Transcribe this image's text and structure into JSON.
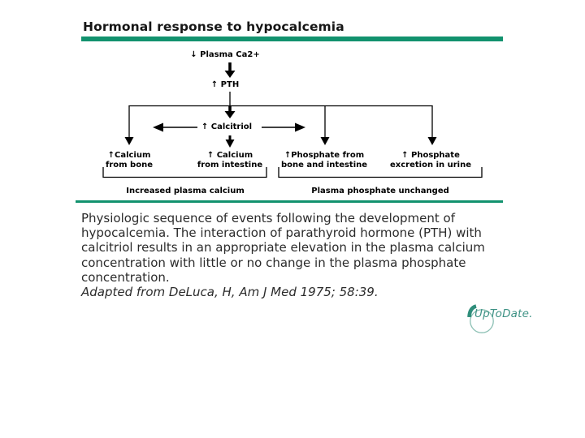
{
  "colors": {
    "accent": "#12926E",
    "title": "#161616",
    "body": "#2B2B2B",
    "logo": "#3E9285",
    "logo_circle": "#8CC0B4",
    "logo_arc": "#2F8E7B"
  },
  "header": {
    "title": "Hormonal response to hypocalcemia"
  },
  "diagram": {
    "plasma_ca": "↓ Plasma Ca2+",
    "pth": "↑ PTH",
    "calcitriol": "↑ Calcitriol",
    "calcium_bone": {
      "lines": [
        "↑Calcium",
        "from bone"
      ]
    },
    "calcium_intestine": {
      "lines": [
        "↑ Calcium",
        "from intestine"
      ]
    },
    "phosphate_bone_intestine": {
      "lines": [
        "↑Phosphate from",
        "bone and intestine"
      ]
    },
    "phosphate_urine": {
      "lines": [
        "↑ Phosphate",
        "excretion in urine"
      ]
    },
    "outcome_calcium": "Increased plasma calcium",
    "outcome_phosphate": "Plasma phosphate unchanged"
  },
  "caption": {
    "text": "Physiologic sequence of events following the development of hypocalcemia. The interaction of parathyroid hormone (PTH) with calcitriol results in an appropriate elevation in the plasma calcium concentration with little or no change in the plasma phosphate concentration.",
    "credit": "Adapted from DeLuca, H, Am J Med 1975; 58:39."
  },
  "logo": {
    "text": "UpToDate."
  }
}
